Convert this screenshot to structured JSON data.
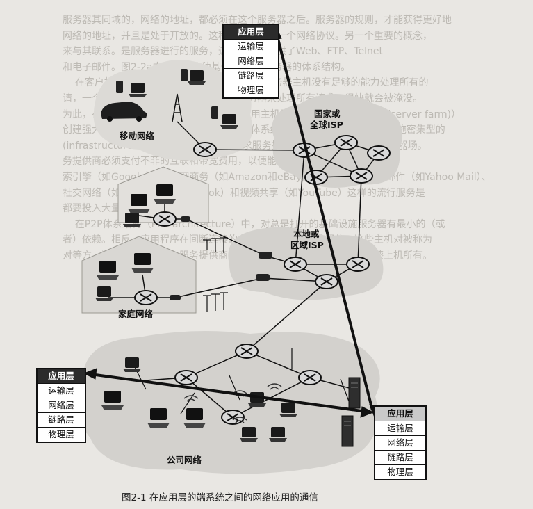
{
  "figure": {
    "caption": "图2-1  在应用层的端系统之间的网络应用的通信",
    "regions": {
      "mobile": "移动网络",
      "national_isp_1": "国家或",
      "national_isp_2": "全球ISP",
      "local_isp_1": "本地或",
      "local_isp_2": "区域ISP",
      "home": "家庭网络",
      "enterprise": "公司网络"
    },
    "stack_top": [
      "应用层",
      "运输层",
      "网络层",
      "链路层",
      "物理层"
    ],
    "stack_left": [
      "应用层",
      "运输层",
      "网络层",
      "链路层",
      "物理层"
    ],
    "stack_right": [
      "应用层",
      "运输层",
      "网络层",
      "链路层",
      "物理层"
    ]
  },
  "background_text": [
    "服务器其同域的，网络的地址，都必须在这个服务器之后。服务器的规则，才能获得更好地",
    "网络的地址，并且是处于开放的。这种结构包括了一个网络协议。另一个重要的概念，",
    "来与其联系。是服务器进行的服务，这些服务器提供了Web、FTP、Telnet",
    "和电子邮件。图2-2a中显示了这种基于客户机/服务器的体系结构。",
    "    在客户机/服务器应用中，往往是一台单一的服务器主机没有足够的能力处理所有的",
    "请，一个流行的社交网站，如果仅有一台服务器来处理所有请求，很快就会被淹没。",
    "为此，在客户机/服务器体系结构中，经常使用主机群集（有时称为服务器场(server farm)）",
    "创建强大的虚拟服务器。基于客户机/服务器体系结构的应用服务通常是基础设施密集型的",
    "(infrastructure intensive)，因为它们要求服务提供商购买、安装和维护服务器场。",
    "务提供商必须支付不菲的互联和带宽费用，以便能够向因特网发送和接收数据。",
    "索引擎（如Google）、因特网商务（如Amazon和eBay）、基于Web的电子邮件（如Yahoo Mail）、",
    "社交网络（如MySpace和Facebook）和视频共享（如YouTube）这样的流行服务是",
    "都要投入大量资源。",
    "    在P2P体系结构（P2P architecture）中，对总是打开的基础设施服务器有最小的（或",
    "者）依赖。相反，应用程序在间断连接的主机对之间使用直接通信，这些主机对被称为",
    "对等方，这些对等方并不为服务提供商所有，而是为用户控制的桌面机和膝上机所有。"
  ]
}
